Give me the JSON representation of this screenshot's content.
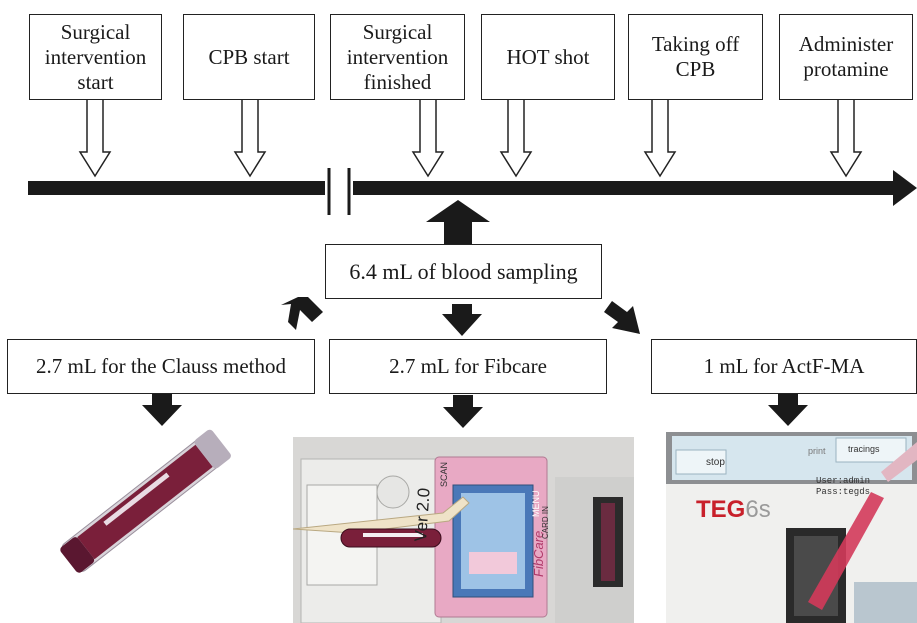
{
  "events": [
    {
      "label": "Surgical\nintervention\nstart"
    },
    {
      "label": "CPB start"
    },
    {
      "label": "Surgical\nintervention\nfinished"
    },
    {
      "label": "HOT shot"
    },
    {
      "label": "Taking off\nCPB"
    },
    {
      "label": "Administer\nprotamine"
    }
  ],
  "sampling": {
    "label": "6.4 mL of blood sampling"
  },
  "destinations": [
    {
      "label": "2.7 mL for the Clauss method"
    },
    {
      "label": "2.7 mL for Fibcare"
    },
    {
      "label": "1 mL for ActF-MA"
    }
  ],
  "fibcare_device": {
    "scan_label": "SCAN",
    "brand": "FibCare",
    "version": "Ver 2.0",
    "menu": "MENU",
    "card_in": "CARD IN"
  },
  "teg_device": {
    "stop": "stop",
    "print": "print",
    "tracings": "tracings",
    "brand": "TEG",
    "model": "6s",
    "user": "User:admin",
    "pass": "Pass:tegds"
  },
  "colors": {
    "ink": "#1a1a1a",
    "blood": "#7a1f3a",
    "fibcare_pink": "#e8a9c4",
    "teg_red": "#c8202a"
  }
}
